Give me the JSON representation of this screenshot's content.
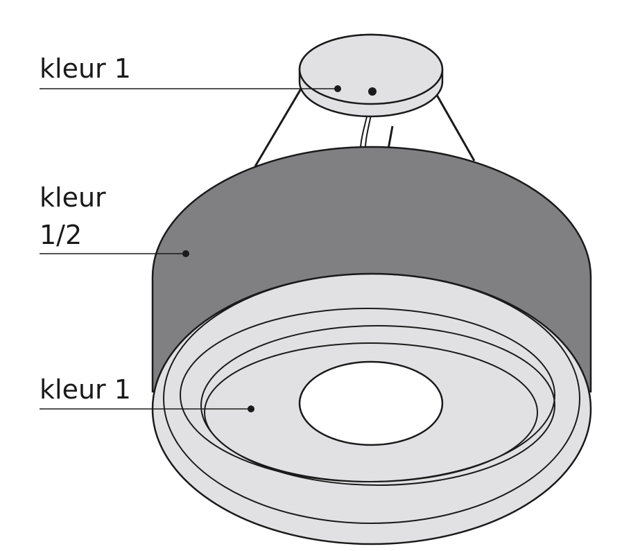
{
  "labels": {
    "canopy": "kleur 1",
    "body_line1": "kleur",
    "body_line2": "1/2",
    "inner": "kleur 1"
  },
  "colors": {
    "light": "#e1e1e3",
    "dark": "#808083",
    "stroke": "#1a1a1a",
    "hole": "#ffffff"
  }
}
